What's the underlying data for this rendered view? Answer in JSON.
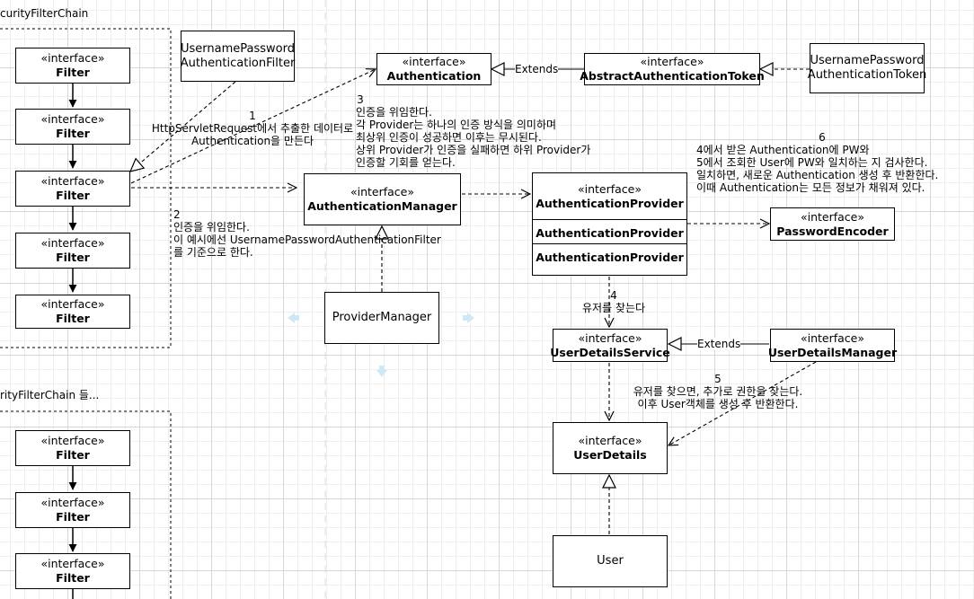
{
  "stereotype": "«interface»",
  "groups": {
    "chain1_title": "curityFilterChain",
    "chain2_title": "rityFilterChain 들..."
  },
  "filter_name": "Filter",
  "nodes": {
    "upaf": "UsernamePassword\nAuthenticationFilter",
    "authentication": "Authentication",
    "abstract_token": "AbstractAuthenticationToken",
    "upat": "UsernamePassword\nAuthenticationToken",
    "manager": "AuthenticationManager",
    "provider_manager": "ProviderManager",
    "provider": "AuthenticationProvider",
    "provider_rows": [
      "AuthenticationProvider",
      "AuthenticationProvider"
    ],
    "password_encoder": "PasswordEncoder",
    "uds": "UserDetailsService",
    "udm": "UserDetailsManager",
    "user_details": "UserDetails",
    "user": "User"
  },
  "edge_labels": {
    "extends_1": "Extends",
    "extends_2": "Extends"
  },
  "notes": {
    "n1": "1\nHttpServletRequest에서 추출한 데이터로\nAuthentication을 만든다",
    "n2": "2\n인증을 위임한다.\n이 예시에선 UsernamePasswordAuthenticationFilter\n를 기준으로 한다.",
    "n3": "3\n인증을 위임한다.\n각 Provider는 하나의 인증 방식을 의미하며\n최상위 인증이 성공하면 이후는 무시된다.\n상위 Provider가 인증을 실패하면 하위 Provider가\n인증할 기회를 얻는다.",
    "n4": "4\n유저를 찾는다",
    "n5": "5\n유저를 찾으면, 추가로 권한을 찾는다.\n이후 User객체를 생성 후 반환한다.",
    "n6": "6\n4에서 받은 Authentication에 PW와\n5에서 조회한 User에 PW와 일치하는 지 검사한다.\n일치하면, 새로운 Authentication 생성 후 반환한다.\n이때 Authentication는 모든 정보가 채워져 있다."
  },
  "colors": {
    "grid_major": "#d6d6d6",
    "grid_minor": "#eeeeee",
    "line": "#000000",
    "hint_arrow": "#cfe8f7"
  }
}
